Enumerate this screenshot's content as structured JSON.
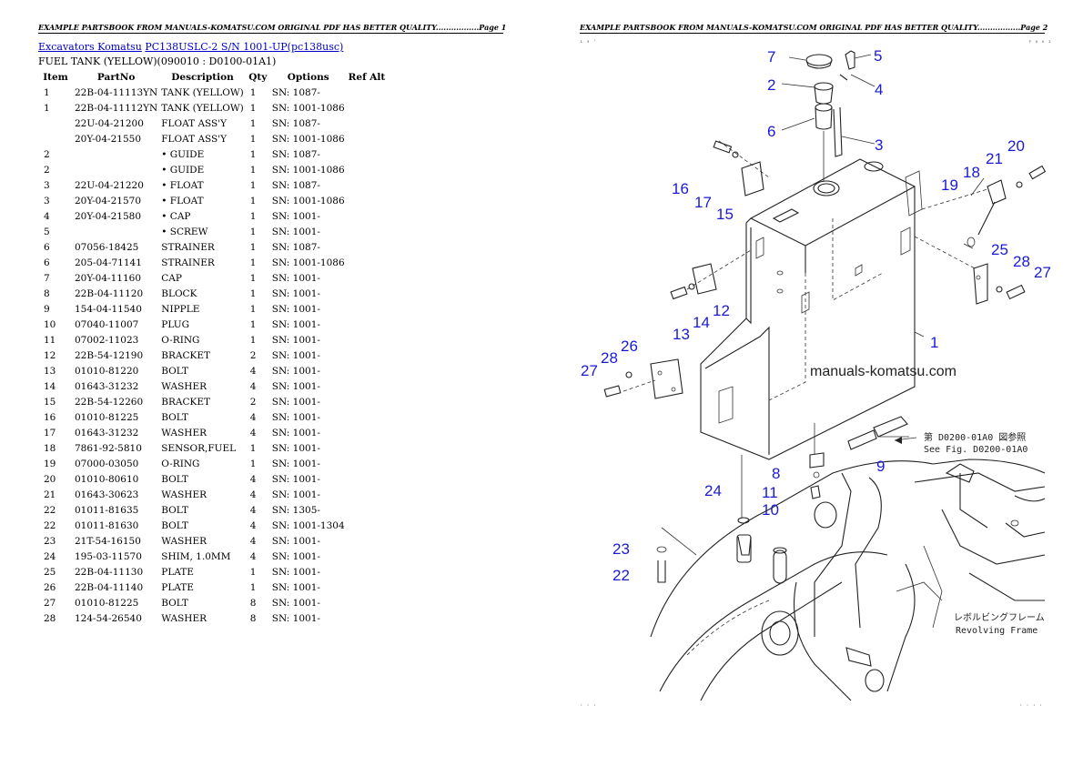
{
  "pages": [
    {
      "header": "EXAMPLE PARTSBOOK FROM MANUALS-KOMATSU.COM ORIGINAL PDF HAS BETTER QUALITY.................Page 1"
    },
    {
      "header": "EXAMPLE PARTSBOOK FROM MANUALS-KOMATSU.COM ORIGINAL PDF HAS BETTER QUALITY.................Page 2"
    }
  ],
  "breadcrumb": {
    "link1": "Excavators Komatsu",
    "link2": "PC138USLC-2 S/N 1001-UP(pc138usc)"
  },
  "section_title": "FUEL TANK (YELLOW)(090010 : D0100-01A1)",
  "table": {
    "headers": [
      "Item",
      "PartNo",
      "Description",
      "Qty",
      "Options",
      "Ref Alt"
    ],
    "rows": [
      [
        "1",
        "22B-04-11113YN",
        "TANK (YELLOW)",
        "1",
        "SN: 1087-",
        ""
      ],
      [
        "1",
        "22B-04-11112YN",
        "TANK (YELLOW)",
        "1",
        "SN: 1001-1086",
        ""
      ],
      [
        "",
        "22U-04-21200",
        "FLOAT ASS'Y",
        "1",
        "SN: 1087-",
        ""
      ],
      [
        "",
        "20Y-04-21550",
        "FLOAT ASS'Y",
        "1",
        "SN: 1001-1086",
        ""
      ],
      [
        "2",
        "",
        "• GUIDE",
        "1",
        "SN: 1087-",
        ""
      ],
      [
        "2",
        "",
        "• GUIDE",
        "1",
        "SN: 1001-1086",
        ""
      ],
      [
        "3",
        "22U-04-21220",
        "• FLOAT",
        "1",
        "SN: 1087-",
        ""
      ],
      [
        "3",
        "20Y-04-21570",
        "• FLOAT",
        "1",
        "SN: 1001-1086",
        ""
      ],
      [
        "4",
        "20Y-04-21580",
        "• CAP",
        "1",
        "SN: 1001-",
        ""
      ],
      [
        "5",
        "",
        "• SCREW",
        "1",
        "SN: 1001-",
        ""
      ],
      [
        "6",
        "07056-18425",
        "STRAINER",
        "1",
        "SN: 1087-",
        ""
      ],
      [
        "6",
        "205-04-71141",
        "STRAINER",
        "1",
        "SN: 1001-1086",
        ""
      ],
      [
        "7",
        "20Y-04-11160",
        "CAP",
        "1",
        "SN: 1001-",
        ""
      ],
      [
        "8",
        "22B-04-11120",
        "BLOCK",
        "1",
        "SN: 1001-",
        ""
      ],
      [
        "9",
        "154-04-11540",
        "NIPPLE",
        "1",
        "SN: 1001-",
        ""
      ],
      [
        "10",
        "07040-11007",
        "PLUG",
        "1",
        "SN: 1001-",
        ""
      ],
      [
        "11",
        "07002-11023",
        "O-RING",
        "1",
        "SN: 1001-",
        ""
      ],
      [
        "12",
        "22B-54-12190",
        "BRACKET",
        "2",
        "SN: 1001-",
        ""
      ],
      [
        "13",
        "01010-81220",
        "BOLT",
        "4",
        "SN: 1001-",
        ""
      ],
      [
        "14",
        "01643-31232",
        "WASHER",
        "4",
        "SN: 1001-",
        ""
      ],
      [
        "15",
        "22B-54-12260",
        "BRACKET",
        "2",
        "SN: 1001-",
        ""
      ],
      [
        "16",
        "01010-81225",
        "BOLT",
        "4",
        "SN: 1001-",
        ""
      ],
      [
        "17",
        "01643-31232",
        "WASHER",
        "4",
        "SN: 1001-",
        ""
      ],
      [
        "18",
        "7861-92-5810",
        "SENSOR,FUEL",
        "1",
        "SN: 1001-",
        ""
      ],
      [
        "19",
        "07000-03050",
        "O-RING",
        "1",
        "SN: 1001-",
        ""
      ],
      [
        "20",
        "01010-80610",
        "BOLT",
        "4",
        "SN: 1001-",
        ""
      ],
      [
        "21",
        "01643-30623",
        "WASHER",
        "4",
        "SN: 1001-",
        ""
      ],
      [
        "22",
        "01011-81635",
        "BOLT",
        "4",
        "SN: 1305-",
        ""
      ],
      [
        "22",
        "01011-81630",
        "BOLT",
        "4",
        "SN: 1001-1304",
        ""
      ],
      [
        "23",
        "21T-54-16150",
        "WASHER",
        "4",
        "SN: 1001-",
        ""
      ],
      [
        "24",
        "195-03-11570",
        "SHIM, 1.0MM",
        "4",
        "SN: 1001-",
        ""
      ],
      [
        "25",
        "22B-04-11130",
        "PLATE",
        "1",
        "SN: 1001-",
        ""
      ],
      [
        "26",
        "22B-04-11140",
        "PLATE",
        "1",
        "SN: 1001-",
        ""
      ],
      [
        "27",
        "01010-81225",
        "BOLT",
        "8",
        "SN: 1001-",
        ""
      ],
      [
        "28",
        "124-54-26540",
        "WASHER",
        "8",
        "SN: 1001-",
        ""
      ]
    ]
  },
  "diagram": {
    "watermark": "manuals-komatsu.com",
    "ref_note_jp": "第 D0200-01A0 図参照",
    "ref_note_en": "See Fig. D0200-01A0",
    "frame_label_jp": "レボルビングフレーム",
    "frame_label_en": "Revolving Frame",
    "callouts": [
      "1",
      "2",
      "3",
      "4",
      "5",
      "6",
      "7",
      "8",
      "9",
      "10",
      "11",
      "12",
      "13",
      "14",
      "15",
      "16",
      "17",
      "18",
      "19",
      "20",
      "21",
      "22",
      "23",
      "24",
      "25",
      "26",
      "27",
      "27",
      "28",
      "28"
    ],
    "colors": {
      "callout": "#1a1ad6",
      "link": "#0000cc"
    }
  }
}
